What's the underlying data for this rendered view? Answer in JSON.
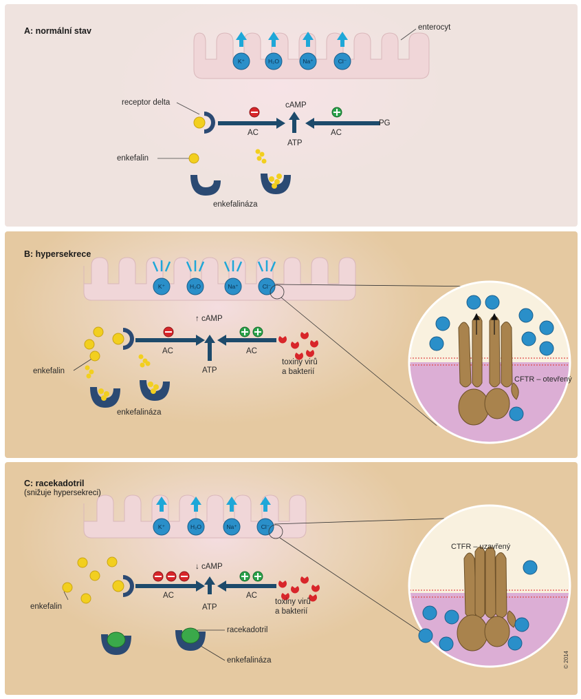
{
  "panels": {
    "a": {
      "title": "A: normální stav",
      "labels": {
        "enterocyte": "enterocyt",
        "receptor": "receptor delta",
        "enkephalin": "enkefalin",
        "enkephalinase": "enkefalináza",
        "camp": "cAMP",
        "atp": "ATP",
        "ac_left": "AC",
        "ac_right": "AC",
        "pg": "PG"
      },
      "ions": [
        "K⁺",
        "H₂O",
        "Na⁺",
        "Cl⁻"
      ]
    },
    "b": {
      "title": "B: hypersekrece",
      "labels": {
        "enkephalin": "enkefalin",
        "enkephalinase": "enkefalináza",
        "camp": "↑ cAMP",
        "atp": "ATP",
        "ac_left": "AC",
        "ac_right": "AC",
        "toxins_line1": "toxiny virů",
        "toxins_line2": "a bakterií",
        "cftr": "CFTR – otevřený"
      },
      "ions": [
        "K⁺",
        "H₂O",
        "Na⁺",
        "Cl⁻"
      ]
    },
    "c": {
      "title": "C: racekadotril",
      "subtitle": "(snižuje hypersekreci)",
      "labels": {
        "enkephalin": "enkefalin",
        "racecadotril": "racekadotril",
        "enkephalinase": "enkefalináza",
        "camp": "↓ cAMP",
        "atp": "ATP",
        "ac_left": "AC",
        "ac_right": "AC",
        "toxins_line1": "toxiny virů",
        "toxins_line2": "a bakterií",
        "cftr": "CTFR – uzavřený"
      },
      "ions": [
        "K⁺",
        "H₂O",
        "Na⁺",
        "Cl⁻"
      ]
    }
  },
  "credit": "© 2014",
  "colors": {
    "panel_a": "#efe3df",
    "panel_bc": "#e5c9a1",
    "cell_pink": "#f4d3d6",
    "ion_blue": "#2a8fc9",
    "arrow_dark": "#1d4a6b",
    "arrow_cyan": "#1ea7d8",
    "inhibit_red": "#d8262a",
    "activate_green": "#2aa24a",
    "enkephalin_yellow": "#f2cf1f",
    "enzyme_navy": "#2b4a73",
    "drug_green": "#3aa94a",
    "protein_brown": "#a9834d"
  }
}
